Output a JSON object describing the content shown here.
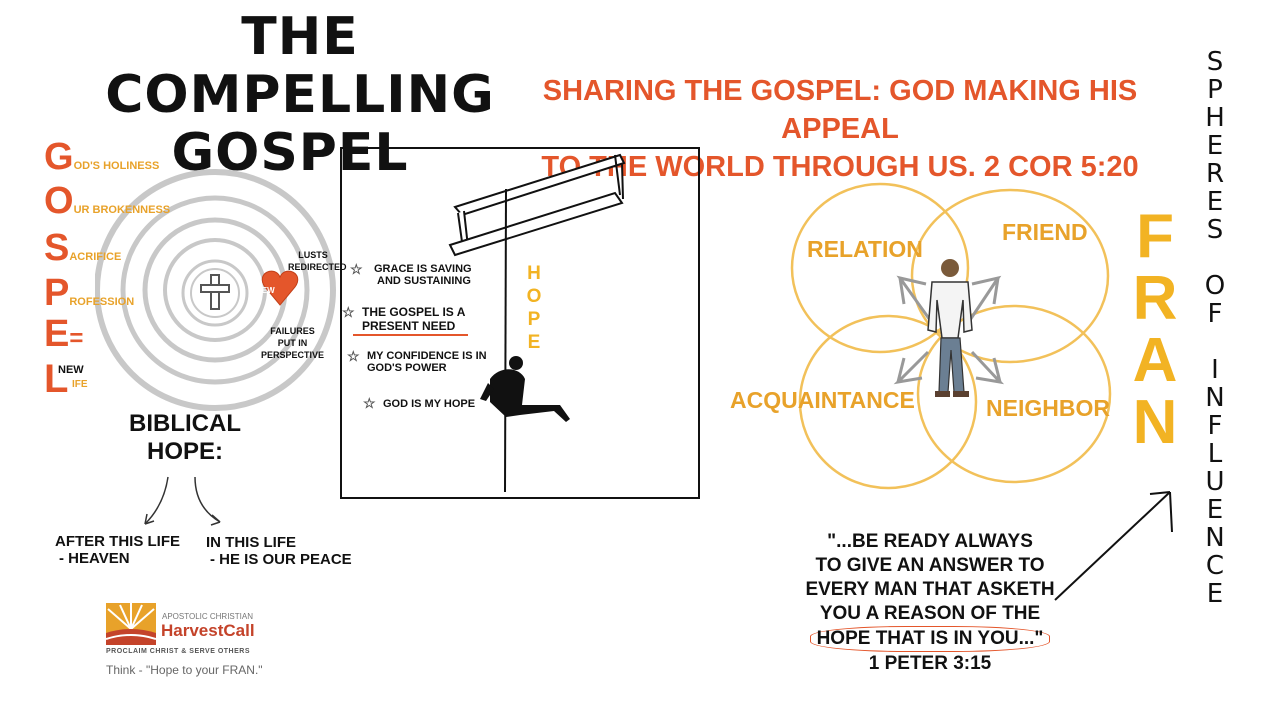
{
  "title_lines": [
    "THE COMPELLING",
    "GOSPEL"
  ],
  "subtitle_lines": [
    "SHARING THE GOSPEL: GOD MAKING HIS APPEAL",
    "TO THE WORLD THROUGH US. 2 COR 5:20"
  ],
  "acrostic": [
    {
      "letter": "G",
      "word": "OD'S HOLINESS"
    },
    {
      "letter": "O",
      "word": "UR BROKENNESS"
    },
    {
      "letter": "S",
      "word": "ACRIFICE"
    },
    {
      "letter": "P",
      "word": "ROFESSION"
    },
    {
      "letter": "E",
      "word": "="
    },
    {
      "letter": "L",
      "word_top": "NEW",
      "word_bottom": "IFE"
    }
  ],
  "spiral_labels": {
    "lusts": [
      "LUSTS",
      "REDIRECTED"
    ],
    "failures": [
      "FAILURES",
      "PUT IN PERSPECTIVE"
    ],
    "heart": "NEW"
  },
  "biblical_hope": {
    "heading": [
      "BIBLICAL",
      "HOPE:"
    ],
    "left": [
      "AFTER THIS LIFE",
      "- HEAVEN"
    ],
    "right": [
      "IN THIS LIFE",
      "- HE IS OUR PEACE"
    ]
  },
  "hope_points": [
    {
      "lines": [
        "GRACE IS SAVING",
        "AND SUSTAINING"
      ]
    },
    {
      "lines": [
        "THE GOSPEL IS A",
        "PRESENT NEED"
      ]
    },
    {
      "lines": [
        "MY CONFIDENCE IS IN",
        "GOD'S POWER"
      ]
    },
    {
      "lines": [
        "GOD IS MY HOPE"
      ]
    }
  ],
  "hope_vertical": [
    "H",
    "O",
    "P",
    "E"
  ],
  "spheres": {
    "relation": "RELATION",
    "friend": "FRIEND",
    "acquaintance": "ACQUAINTANCE",
    "neighbor": "NEIGHBOR"
  },
  "fran": [
    "F",
    "R",
    "A",
    "N"
  ],
  "vertical_title": [
    "S",
    "P",
    "H",
    "E",
    "R",
    "E",
    "S",
    "O",
    "F",
    "I",
    "N",
    "F",
    "L",
    "U",
    "E",
    "N",
    "C",
    "E"
  ],
  "quote_lines": [
    "\"...BE READY ALWAYS",
    "TO GIVE AN ANSWER TO",
    "EVERY MAN THAT ASKETH",
    "YOU A REASON OF THE",
    "HOPE THAT IS IN YOU...\"",
    "1 PETER 3:15"
  ],
  "logo": {
    "org": "APOSTOLIC CHRISTIAN",
    "name": "HarvestCall",
    "tagline": "PROCLAIM CHRIST & SERVE OTHERS"
  },
  "caption": "Think - \"Hope to your FRAN.\"",
  "colors": {
    "orange": "#e4562b",
    "gold": "#f2b323",
    "dark": "#111111"
  }
}
